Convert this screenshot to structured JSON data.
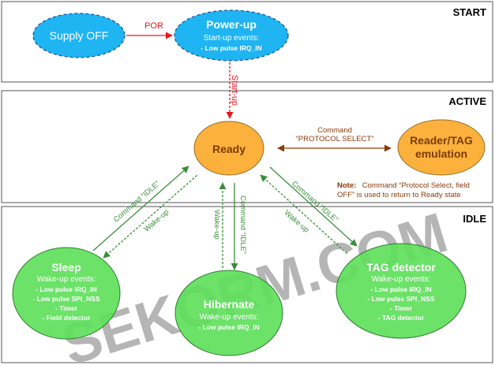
{
  "regions": {
    "start": "START",
    "active": "ACTIVE",
    "idle": "IDLE"
  },
  "nodes": {
    "supply_off": {
      "title": "Supply OFF"
    },
    "power_up": {
      "title": "Power-up",
      "events_label": "Start-up events:",
      "events": [
        "- Low pulse IRQ_IN"
      ]
    },
    "ready": {
      "title": "Ready"
    },
    "reader_tag": {
      "title_line1": "Reader/TAG",
      "title_line2": "emulation"
    },
    "sleep": {
      "title": "Sleep",
      "events_label": "Wake-up events:",
      "events": [
        "- Low pulse IRQ_IN",
        "- Low pulse SPI_NSS",
        "- Timer",
        "- Field detector"
      ]
    },
    "hibernate": {
      "title": "Hibernate",
      "events_label": "Wake-up events:",
      "events": [
        "- Low pulse IRQ_IN"
      ]
    },
    "tag_detector": {
      "title": "TAG detector",
      "events_label": "Wake-up events:",
      "events": [
        "- Low pulse IRQ_IN",
        "- Low pulse SPI_NSS",
        "- Timer",
        "- TAG detector"
      ]
    }
  },
  "edges": {
    "por": "POR",
    "start_up": "Start-up",
    "protocol_cmd_line1": "Command",
    "protocol_cmd_line2": "“PROTOCOL SELECT”",
    "cmd_idle": "Command “IDLE”",
    "wake_up": "Wake-up"
  },
  "note": {
    "label": "Note:",
    "line1": "Command “Protocol Select, field",
    "line2": "OFF” is used to return to Ready state"
  },
  "watermark": "SEKORM.COM",
  "colors": {
    "blue_fill": "#1fb4f2",
    "blue_stroke": "#1f4e9a",
    "orange_fill": "#fbb13c",
    "orange_stroke": "#9a6a2a",
    "green_fill": "#5fe05c",
    "green_stroke": "#2f7d2f",
    "red_arrow": "#e8141c",
    "brown_arrow": "#8b3a0a",
    "green_arrow": "#3a8f3a"
  }
}
